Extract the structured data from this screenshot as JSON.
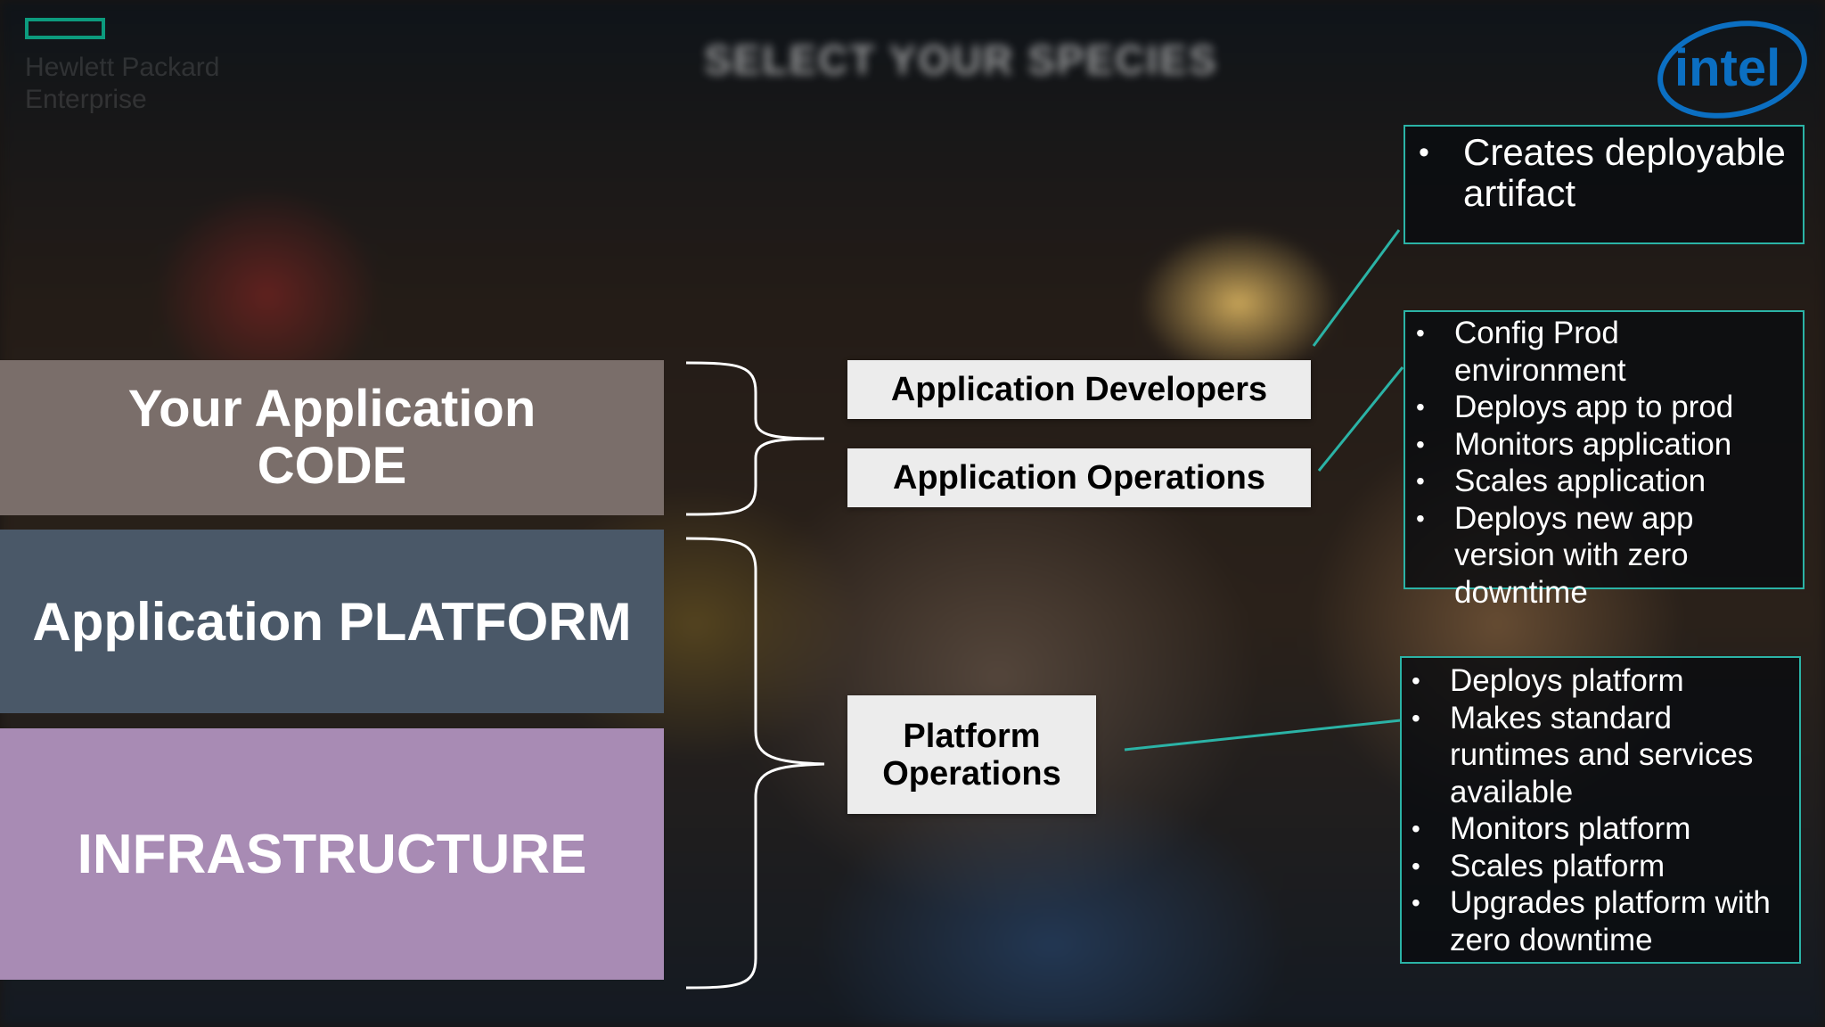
{
  "branding": {
    "hpe_logo_text": "Hewlett Packard Enterprise",
    "intel_logo_text": "intel",
    "background_title": "SELECT YOUR SPECIES",
    "accent_color": "#2bb3a6"
  },
  "layers": {
    "code": {
      "line1": "Your Application",
      "line2": "CODE",
      "color": "#7a6e6a"
    },
    "platform": {
      "label": "Application PLATFORM",
      "color": "#4a5868"
    },
    "infrastructure": {
      "label": "INFRASTRUCTURE",
      "color": "#a88bb4"
    }
  },
  "roles": {
    "developers": "Application Developers",
    "app_operations": "Application Operations",
    "platform_operations": {
      "line1": "Platform",
      "line2": "Operations"
    }
  },
  "responsibilities": {
    "developers": [
      "Creates deployable artifact"
    ],
    "app_operations": [
      "Config Prod environment",
      "Deploys app to prod",
      "Monitors application",
      "Scales application",
      "Deploys new app version with zero downtime"
    ],
    "platform_operations": [
      "Deploys platform",
      "Makes standard runtimes and services available",
      "Monitors platform",
      "Scales platform",
      "Upgrades platform with zero downtime"
    ]
  }
}
